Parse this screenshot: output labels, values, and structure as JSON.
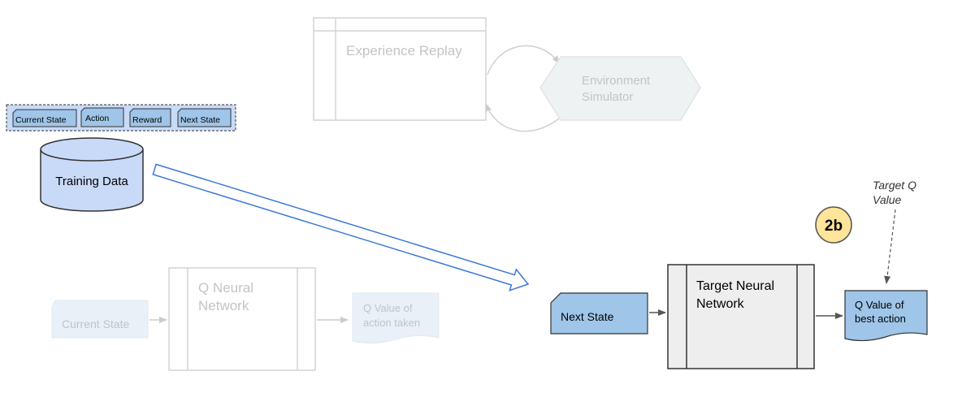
{
  "experience_replay": {
    "label": "Experience Replay"
  },
  "environment_simulator": {
    "line1": "Environment",
    "line2": "Simulator"
  },
  "training_tuple": {
    "fields": [
      "Current State",
      "Action",
      "Reward",
      "Next State"
    ]
  },
  "training_data": {
    "label": "Training Data"
  },
  "q_network": {
    "current_state": "Current State",
    "network_line1": "Q Neural",
    "network_line2": "Network",
    "output_line1": "Q Value of",
    "output_line2": "action taken"
  },
  "target_network": {
    "next_state": "Next State",
    "network_line1": "Target Neural",
    "network_line2": "Network",
    "output_line1": "Q Value of",
    "output_line2": "best action"
  },
  "step_badge": "2b",
  "annotation": {
    "line1": "Target Q",
    "line2": "Value"
  },
  "colors": {
    "blue_fill": "#9fc5e8",
    "light_blue_fill": "#c9daf8",
    "gray_fill": "#eeeeee",
    "badge_fill": "#ffe599",
    "arrow_blue": "#3c78d8",
    "faded": "#cccccc"
  }
}
